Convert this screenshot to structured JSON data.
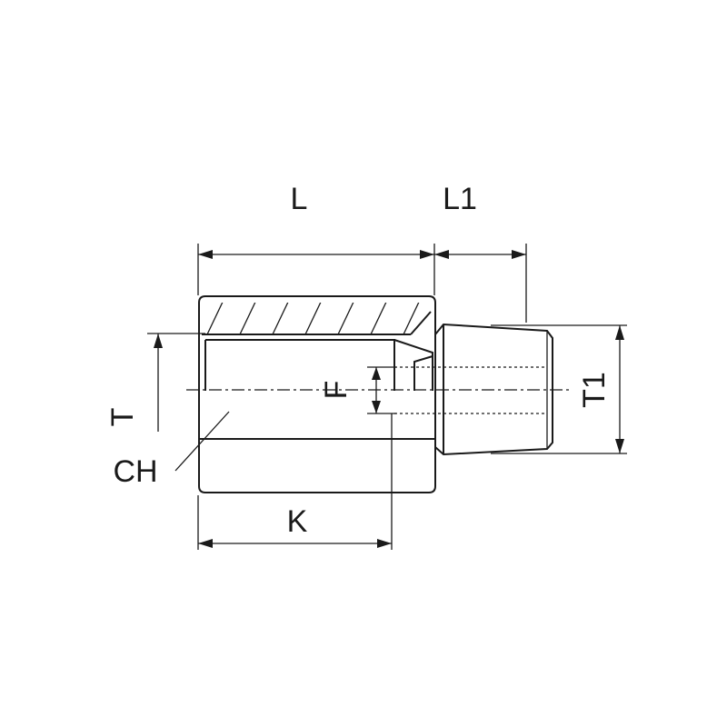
{
  "labels": {
    "L": "L",
    "L1": "L1",
    "T": "T",
    "T1": "T1",
    "F": "F",
    "CH": "CH",
    "K": "K"
  }
}
